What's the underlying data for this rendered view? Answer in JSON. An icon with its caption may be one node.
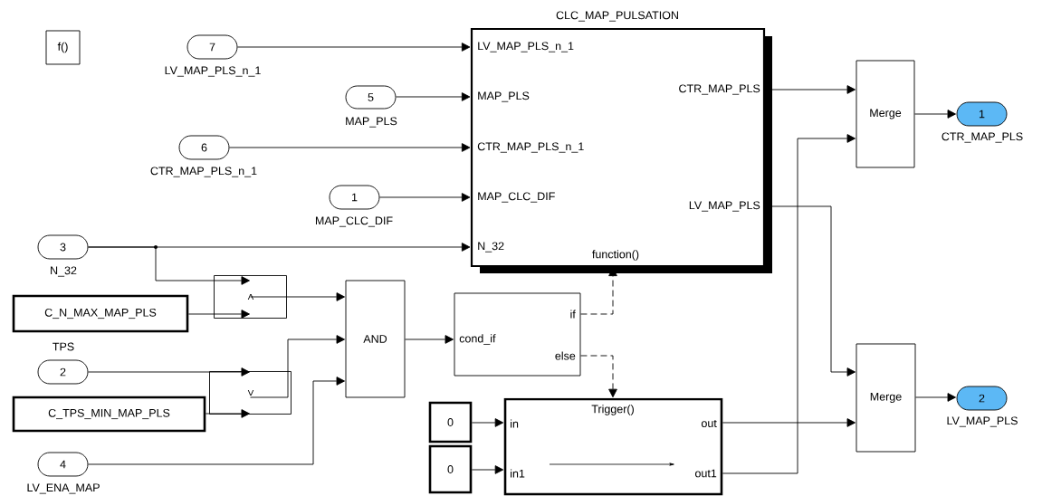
{
  "diagram": {
    "nodes": [
      {
        "text": [
          "f()"
        ]
      },
      {
        "text": [
          "7"
        ],
        "beside": [
          "LV_MAP_PLS_n_1"
        ]
      },
      {
        "text": [
          "5"
        ],
        "beside": [
          "MAP_PLS"
        ]
      },
      {
        "text": [
          "6"
        ],
        "beside": [
          "CTR_MAP_PLS_n_1"
        ]
      },
      {
        "text": [
          "1"
        ],
        "beside": [
          "MAP_CLC_DIF"
        ]
      },
      {
        "text": [
          "3"
        ],
        "beside": [
          "N_32"
        ]
      },
      {
        "text": [
          "CLC_MAP_PULSATION",
          "LV_MAP_PLS_n_1",
          "MAP_PLS",
          "CTR_MAP_PLS_n_1",
          "MAP_CLC_DIF",
          "N_32",
          "CTR_MAP_PLS",
          "LV_MAP_PLS",
          "function()"
        ]
      },
      {
        "text": [
          "Merge"
        ]
      },
      {
        "text": [
          "1"
        ],
        "beside": [
          "CTR_MAP_PLS"
        ]
      },
      {
        "text": [
          "C_N_MAX_MAP_PLS"
        ]
      },
      {
        "text": [
          "<"
        ]
      },
      {
        "text": [
          "2"
        ],
        "beside": [
          "TPS"
        ]
      },
      {
        "text": [
          "C_TPS_MIN_MAP_PLS"
        ]
      },
      {
        "text": [
          ">"
        ]
      },
      {
        "text": [
          "4"
        ],
        "beside": [
          "LV_ENA_MAP"
        ]
      },
      {
        "text": [
          "AND"
        ]
      },
      {
        "text": [
          "cond_if",
          "if",
          "else"
        ]
      },
      {
        "text": [
          "Merge"
        ]
      },
      {
        "text": [
          "2"
        ],
        "beside": [
          "LV_MAP_PLS"
        ]
      },
      {
        "text": [
          "0"
        ]
      },
      {
        "text": [
          "0"
        ]
      },
      {
        "text": [
          "Trigger()",
          "in",
          "in1",
          "out",
          "out1"
        ]
      }
    ],
    "edges": [
      {
        "from": 1,
        "to": 6,
        "arrow": "to"
      },
      {
        "from": 2,
        "to": 6,
        "arrow": "to"
      },
      {
        "from": 3,
        "to": 6,
        "arrow": "to"
      },
      {
        "from": 4,
        "to": 6,
        "arrow": "to"
      },
      {
        "from": 5,
        "to": 6,
        "arrow": "to"
      },
      {
        "from": 5,
        "to": 10,
        "arrow": "to"
      },
      {
        "from": 9,
        "to": 10,
        "arrow": "to"
      },
      {
        "from": 11,
        "to": 13,
        "arrow": "to"
      },
      {
        "from": 12,
        "to": 13,
        "arrow": "to"
      },
      {
        "from": 10,
        "to": 15,
        "arrow": "to"
      },
      {
        "from": 13,
        "to": 15,
        "arrow": "to"
      },
      {
        "from": 14,
        "to": 15,
        "arrow": "to"
      },
      {
        "from": 15,
        "to": 16,
        "arrow": "to"
      },
      {
        "from": 16,
        "to": 6,
        "arrow": "to",
        "style": "dashed"
      },
      {
        "from": 16,
        "to": 21,
        "arrow": "to",
        "style": "dashed"
      },
      {
        "from": 19,
        "to": 21,
        "arrow": "to"
      },
      {
        "from": 20,
        "to": 21,
        "arrow": "to"
      },
      {
        "from": 6,
        "to": 7,
        "arrow": "to"
      },
      {
        "from": 6,
        "to": 17,
        "arrow": "to"
      },
      {
        "from": 21,
        "to": 7,
        "arrow": "to"
      },
      {
        "from": 21,
        "to": 17,
        "arrow": "to"
      },
      {
        "from": 7,
        "to": 8,
        "arrow": "to"
      },
      {
        "from": 17,
        "to": 18,
        "arrow": "to"
      }
    ]
  }
}
